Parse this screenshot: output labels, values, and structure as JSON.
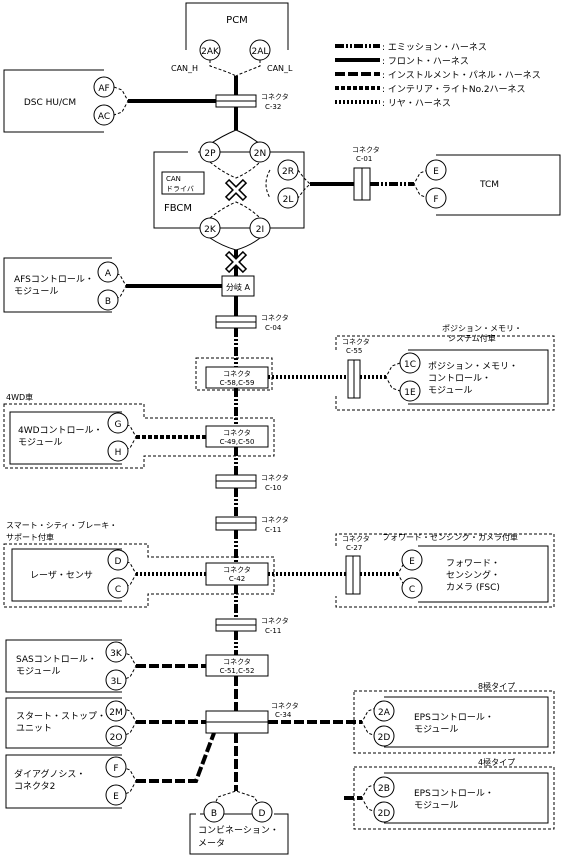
{
  "legend": [
    {
      "style": "emission",
      "label": ": エミッション・ハーネス"
    },
    {
      "style": "front",
      "label": ": フロント・ハーネス"
    },
    {
      "style": "instrument",
      "label": ": インストルメント・パネル・ハーネス"
    },
    {
      "style": "interior",
      "label": ": インテリア・ライトNo.2ハーネス"
    },
    {
      "style": "rear",
      "label": ": リヤ・ハーネス"
    }
  ],
  "pcm": {
    "title": "PCM",
    "pin_h": "2AK",
    "pin_l": "2AL",
    "can_h": "CAN_H",
    "can_l": "CAN_L"
  },
  "dsc": {
    "title": "DSC HU/CM",
    "pin1": "AF",
    "pin2": "AC"
  },
  "c32": {
    "label": "コネクタ",
    "code": "C-32"
  },
  "fbcm": {
    "title": "FBCM",
    "can_driver_1": "CAN",
    "can_driver_2": "ドライバ",
    "pin_2p": "2P",
    "pin_2n": "2N",
    "pin_2r": "2R",
    "pin_2l": "2L",
    "pin_2k": "2K",
    "pin_2i": "2I"
  },
  "c01": {
    "label": "コネクタ",
    "code": "C-01"
  },
  "tcm": {
    "title": "TCM",
    "pin1": "E",
    "pin2": "F"
  },
  "afs": {
    "title1": "AFSコントロール・",
    "title2": "モジュール",
    "pin1": "A",
    "pin2": "B"
  },
  "branch_a": "分岐 A",
  "c04": {
    "label": "コネクタ",
    "code": "C-04"
  },
  "pos_opt": {
    "line1": "ポジション・メモリ・",
    "line2": "システム付車"
  },
  "c55": {
    "label": "コネクタ",
    "code": "C-55"
  },
  "c58": {
    "label": "コネクタ",
    "code": "C-58,C-59"
  },
  "pos_mod": {
    "line1": "ポジション・メモリ・",
    "line2": "コントロール・",
    "line3": "モジュール",
    "pin1": "1C",
    "pin2": "1E"
  },
  "wd4_opt": "4WD車",
  "wd4": {
    "title1": "4WDコントロール・",
    "title2": "モジュール",
    "pin1": "G",
    "pin2": "H"
  },
  "c49": {
    "label": "コネクタ",
    "code": "C-49,C-50"
  },
  "c10": {
    "label": "コネクタ",
    "code": "C-10"
  },
  "c11a": {
    "label": "コネクタ",
    "code": "C-11"
  },
  "sscb_opt": {
    "line1": "スマート・シティ・ブレーキ・",
    "line2": "サポート付車"
  },
  "laser": {
    "title": "レーザ・センサ",
    "pin1": "D",
    "pin2": "C"
  },
  "c42": {
    "label": "コネクタ",
    "code": "C-42"
  },
  "c27": {
    "label": "コネクタ",
    "code": "C-27"
  },
  "fsc_opt": "フォワード・センシング・カメラ付車",
  "fsc": {
    "line1": "フォワード・",
    "line2": "センシング・",
    "line3": "カメラ (FSC)",
    "pin1": "E",
    "pin2": "C"
  },
  "c11b": {
    "label": "コネクタ",
    "code": "C-11"
  },
  "sas": {
    "title1": "SASコントロール・",
    "title2": "モジュール",
    "pin1": "3K",
    "pin2": "3L"
  },
  "c51": {
    "label": "コネクタ",
    "code": "C-51,C-52"
  },
  "ss": {
    "title1": "スタート・ストップ・",
    "title2": "ユニット",
    "pin1": "2M",
    "pin2": "2O"
  },
  "c34": {
    "label": "コネクタ",
    "code": "C-34"
  },
  "eps8_opt": "8極タイプ",
  "eps8": {
    "title1": "EPSコントロール・",
    "title2": "モジュール",
    "pin1": "2A",
    "pin2": "2D"
  },
  "diag": {
    "title1": "ダイアグノシス・",
    "title2": "コネクタ2",
    "pin1": "F",
    "pin2": "E"
  },
  "eps4_opt": "4極タイプ",
  "eps4": {
    "title1": "EPSコントロール・",
    "title2": "モジュール",
    "pin1": "2B",
    "pin2": "2D"
  },
  "combi": {
    "title1": "コンビネーション・",
    "title2": "メータ",
    "pin1": "B",
    "pin2": "D"
  }
}
